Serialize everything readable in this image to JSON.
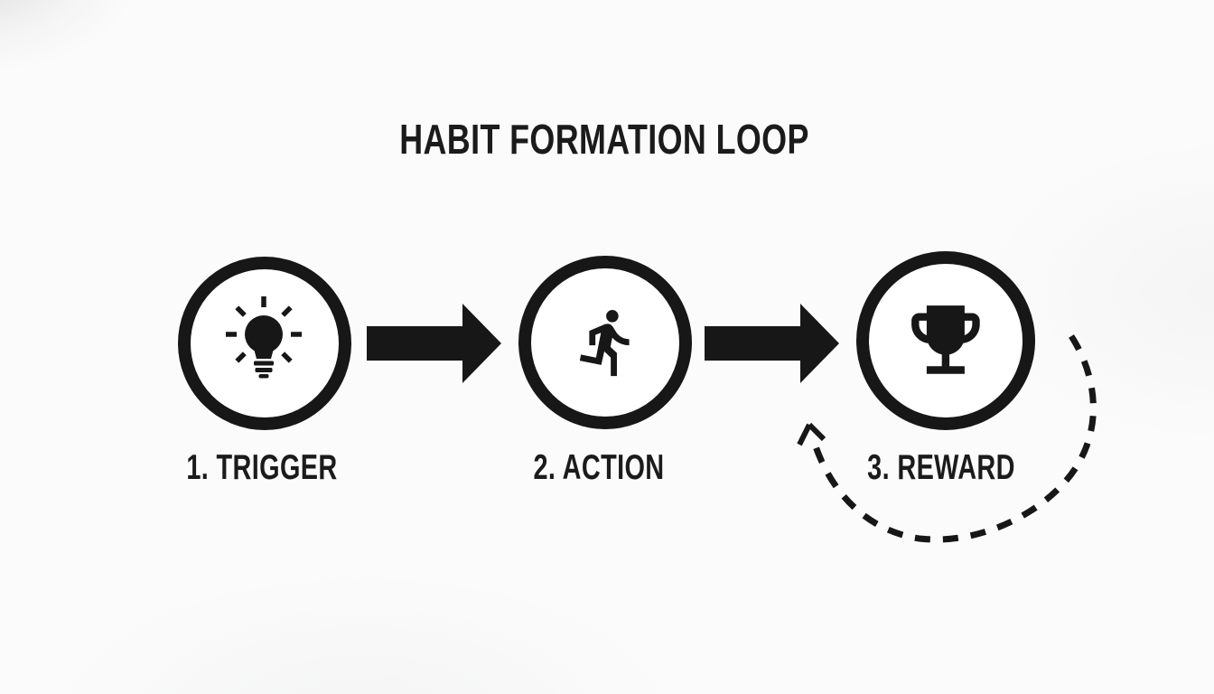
{
  "diagram": {
    "title": "HABIT FORMATION LOOP",
    "steps": [
      {
        "label": "1. TRIGGER",
        "icon": "lightbulb-icon"
      },
      {
        "label": "2. ACTION",
        "icon": "runner-icon"
      },
      {
        "label": "3. REWARD",
        "icon": "trophy-icon"
      }
    ],
    "connectors": [
      {
        "name": "arrow-right-icon"
      },
      {
        "name": "arrow-right-icon"
      },
      {
        "name": "dashed-loop-arrow-icon"
      }
    ],
    "colors": {
      "ink": "#171717",
      "background": "#fbfbfb"
    }
  }
}
